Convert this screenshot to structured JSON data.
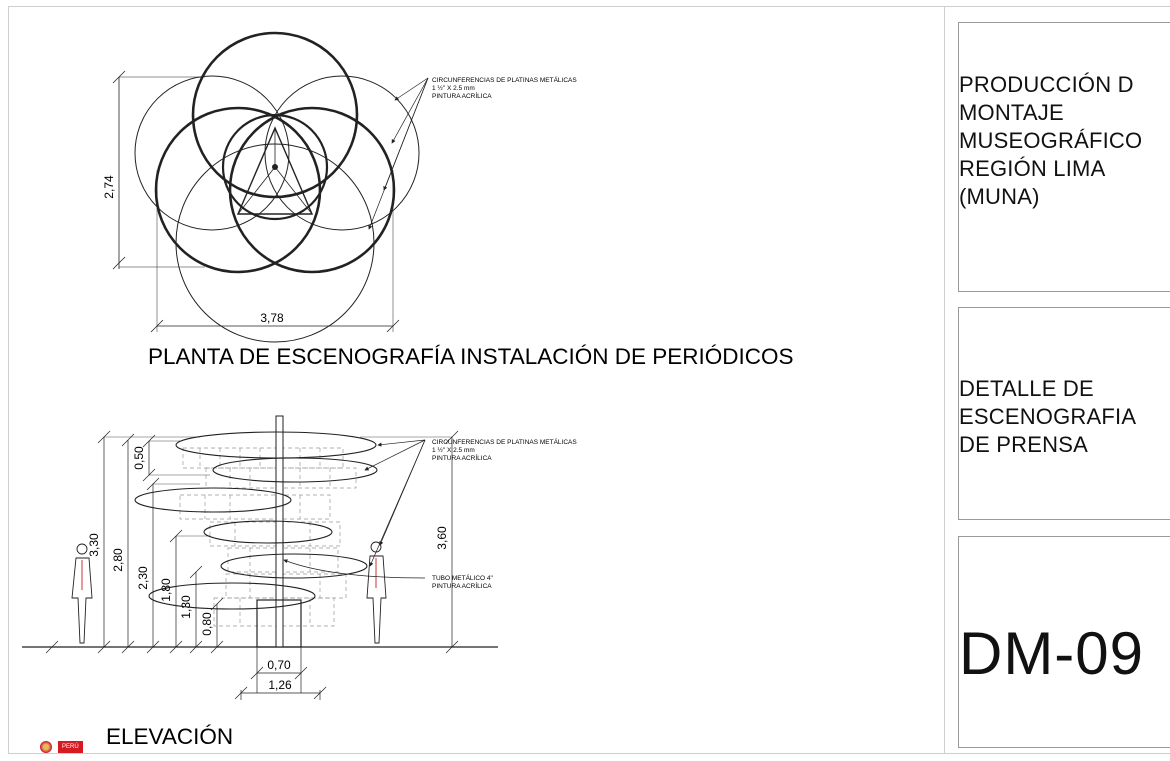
{
  "title_block": {
    "project": "PRODUCCIÓN D\nMONTAJE\nMUSEOGRÁFICO\nREGIÓN LIMA\n(MUNA)",
    "sheet_title": "DETALLE DE\nESCENOGRAFIA\nDE PRENSA",
    "sheet_code": "DM-09"
  },
  "plan": {
    "title": "PLANTA DE ESCENOGRAFÍA INSTALACIÓN DE PERIÓDICOS",
    "dim_height": "2,74",
    "dim_width": "3,78",
    "note_line1": "CIRCUNFERENCIAS DE PLATINAS METÁLICAS",
    "note_line2": "1 ½\" X 2.5 mm",
    "note_line3": "PINTURA ACRÍLICA"
  },
  "elevation": {
    "title": "ELEVACIÓN",
    "note1_line1": "CIRCUNFERENCIAS DE PLATINAS METÁLICAS",
    "note1_line2": "1 ½\" X 2.5 mm",
    "note1_line3": "PINTURA ACRÍLICA",
    "note2_line1": "TUBO METÁLICO 4\"",
    "note2_line2": "PINTURA ACRÍLICA",
    "dims": {
      "d330": "3,30",
      "d280": "2,80",
      "d230": "2,30",
      "d180": "1,80",
      "d130": "1,30",
      "d080": "0,80",
      "d050": "0,50",
      "d360": "3,60",
      "d070": "0,70",
      "d126": "1,26"
    }
  },
  "logo": {
    "badge": "PERÚ"
  }
}
